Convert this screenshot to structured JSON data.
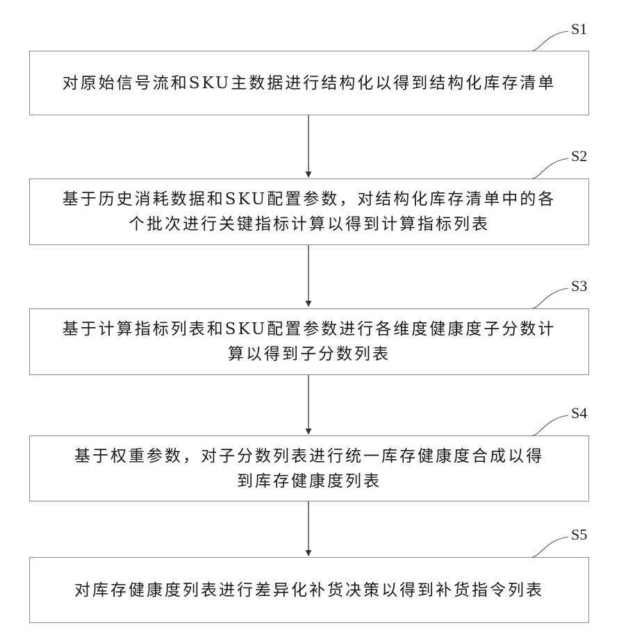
{
  "steps": [
    {
      "label": "S1",
      "text": "对原始信号流和SKU主数据进行结构化以得到结构化库存清单"
    },
    {
      "label": "S2",
      "text": "基于历史消耗数据和SKU配置参数，对结构化库存清单中的各\n个批次进行关键指标计算以得到计算指标列表"
    },
    {
      "label": "S3",
      "text": "基于计算指标列表和SKU配置参数进行各维度健康度子分数计\n算以得到子分数列表"
    },
    {
      "label": "S4",
      "text": "基于权重参数，对子分数列表进行统一库存健康度合成以得\n到库存健康度列表"
    },
    {
      "label": "S5",
      "text": "对库存健康度列表进行差异化补货决策以得到补货指令列表"
    }
  ]
}
